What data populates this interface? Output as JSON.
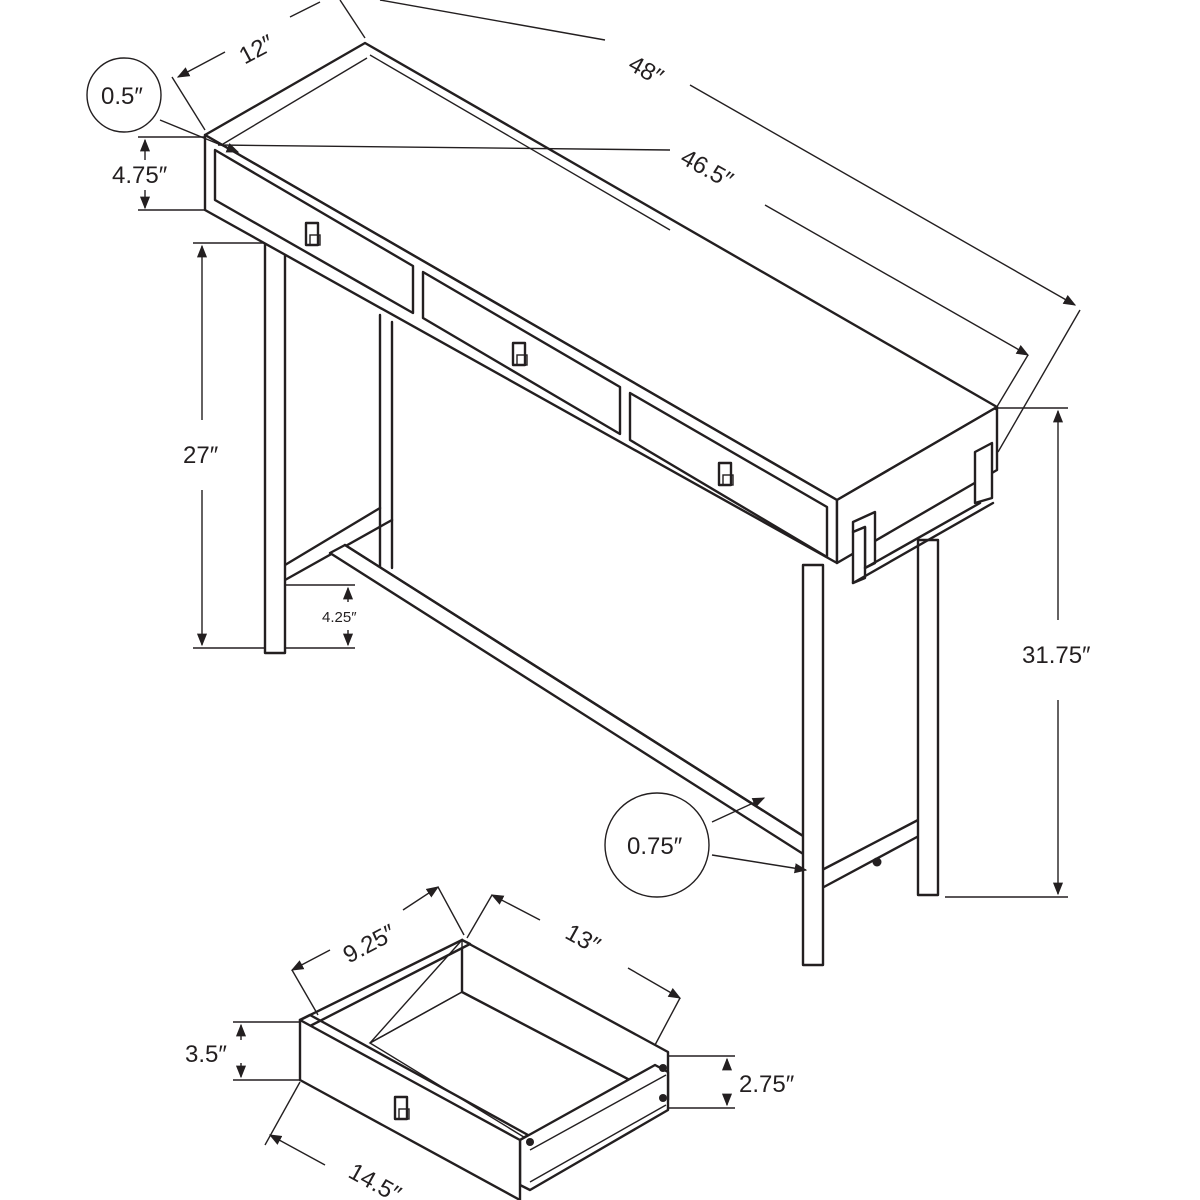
{
  "dimensions": {
    "depth": "12″",
    "top_thickness_marker": "0.5″",
    "overall_width": "48″",
    "inner_width": "46.5″",
    "apron_height": "4.75″",
    "leg_height": "27″",
    "stretcher_height": "4.25″",
    "overall_height": "31.75″",
    "leg_thickness_marker": "0.75″"
  },
  "drawer_dimensions": {
    "inner_depth": "9.25″",
    "length": "13″",
    "front_height": "3.5″",
    "side_height": "2.75″",
    "front_width": "14.5″"
  },
  "colors": {
    "line": "#231f20",
    "background": "#ffffff"
  }
}
